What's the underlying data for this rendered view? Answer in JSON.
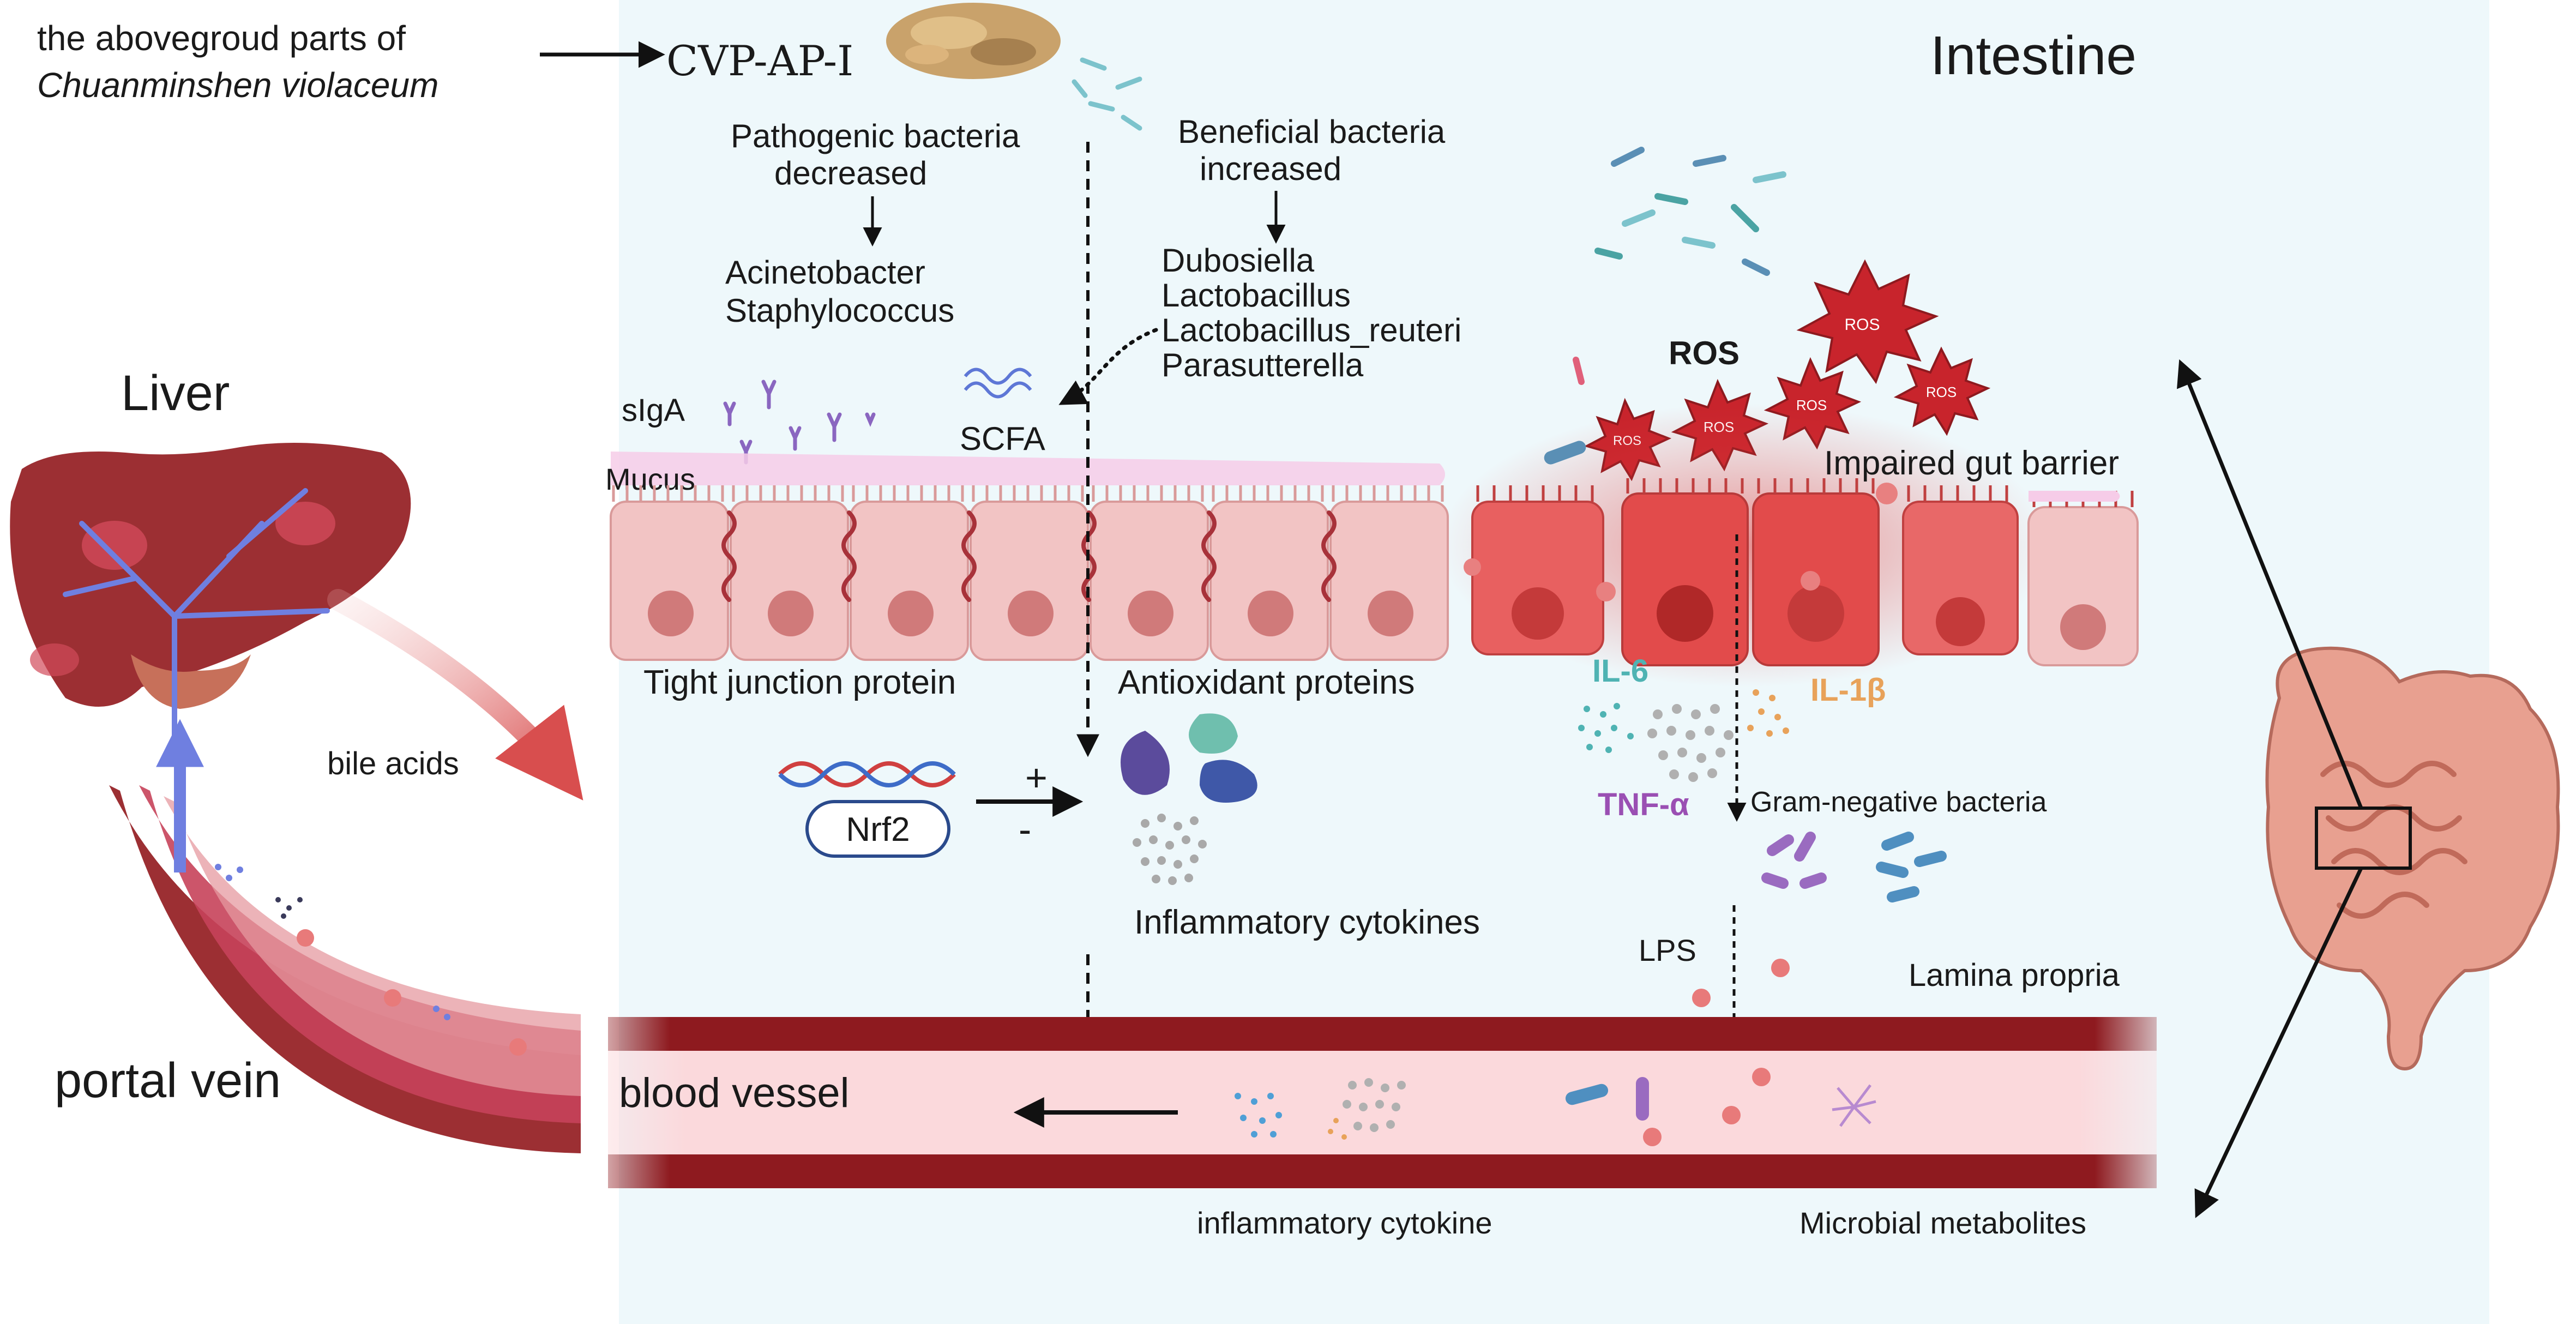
{
  "source": {
    "line1": "the abovegroud parts of",
    "line2": "Chuanminshen violaceum"
  },
  "compound": "CVP-AP-I",
  "region_intestine": "Intestine",
  "pathogenic": {
    "line1": "Pathogenic bacteria",
    "line2": "decreased",
    "genera": [
      "Acinetobacter",
      "Staphylococcus"
    ]
  },
  "beneficial": {
    "line1": "Beneficial bacteria",
    "line2": "increased",
    "genera": [
      "Dubosiella",
      "Lactobacillus",
      "Lactobacillus_reuteri",
      "Parasutterella"
    ]
  },
  "labels": {
    "liver": "Liver",
    "portal_vein": "portal vein",
    "bile_acids": "bile acids",
    "siga": "sIgA",
    "scfa": "SCFA",
    "mucus": "Mucus",
    "ros": "ROS",
    "ros_small": "ROS",
    "impaired_barrier": "Impaired gut barrier",
    "tight_junction": "Tight junction protein",
    "antioxidant": "Antioxidant proteins",
    "nrf2": "Nrf2",
    "plus": "+",
    "minus": "-",
    "inflammatory_cytokines": "Inflammatory cytokines",
    "il6": "IL-6",
    "il1b": "IL-1β",
    "tnfa": "TNF-α",
    "gram_negative": "Gram-negative bacteria",
    "lps": "LPS",
    "lamina_propria": "Lamina propria",
    "blood_vessel": "blood vessel",
    "inflammatory_cytokine": "inflammatory cytokine",
    "microbial_metabolites": "Microbial metabolites"
  },
  "colors": {
    "intestine_bg": "#eef8fb",
    "cell_healthy": "#f2c4c4",
    "cell_inflamed": "#e24b4b",
    "ros_star": "#c8242c",
    "vessel_wall": "#8e1a1f",
    "vessel_lumen": "#fbd9dc",
    "liver": "#9c2f33",
    "vein": "#6f7fe0",
    "il6": "#4fb3b3",
    "il1b": "#e8a25a",
    "tnfa": "#9a4fb3"
  }
}
